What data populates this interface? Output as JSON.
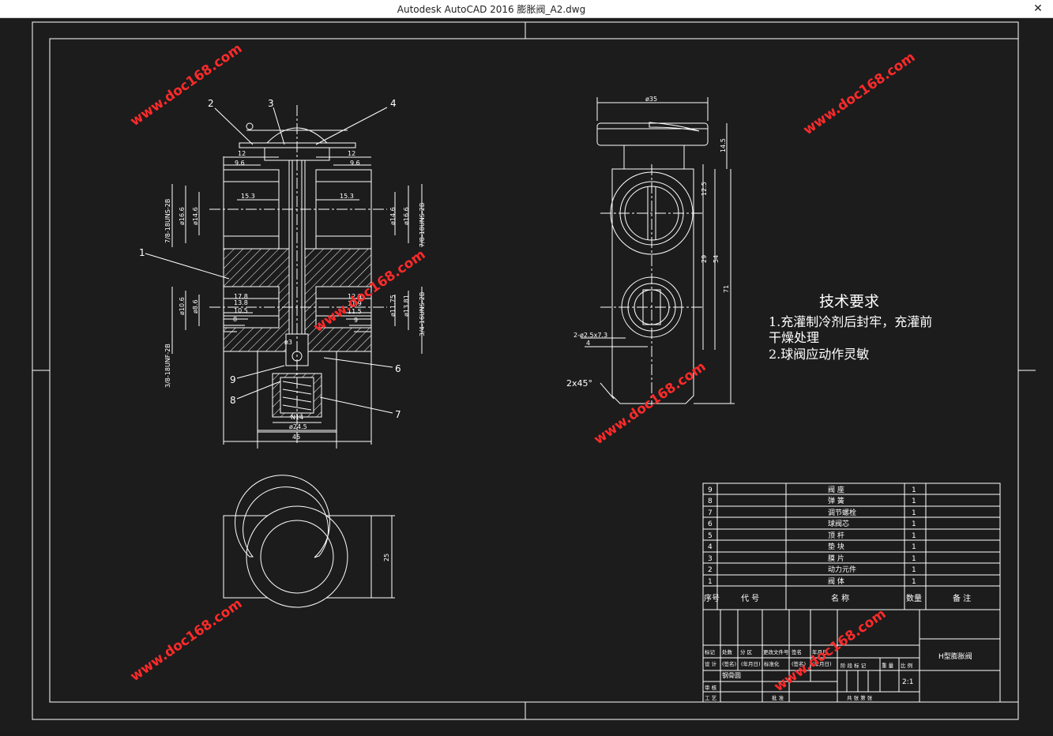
{
  "window": {
    "title": "Autodesk AutoCAD 2016    膨胀阀_A2.dwg"
  },
  "colors": {
    "background": "#1c1c1c",
    "lines": "#ffffff",
    "watermark": "#ff2a2a"
  },
  "icons": {
    "close": "close-icon"
  },
  "watermark": "www.doc168.com",
  "tech": {
    "heading": "技术要求",
    "line1": "1.充灌制冷剂后封牢，充灌前",
    "line2": "干燥处理",
    "line3": "2.球阀应动作灵敏"
  },
  "callouts": {
    "c1": "1",
    "c2": "2",
    "c3": "3",
    "c4": "4",
    "c6": "6",
    "c7": "7",
    "c8": "8",
    "c9": "9"
  },
  "dims": {
    "d12a": "12",
    "d96a": "9.6",
    "d153a": "15.3",
    "d166a": "ø16.6",
    "d146a": "ø14.6",
    "thr1": "7/8-18UNS-2B",
    "d12b": "12",
    "d96b": "9.6",
    "d153b": "15.3",
    "d146b": "ø14.6",
    "d166b": "ø16.6",
    "thr2": "7/8-18UNS-2B",
    "d176": "17.8",
    "d138": "13.8",
    "d105": "10.5",
    "d8": "8",
    "d106": "ø10.6",
    "d86": "ø8.6",
    "d129": "12.9",
    "d119": "11.9",
    "d115": "11.5",
    "d9": "9",
    "d1175": "ø11.75",
    "d1381": "ø13.81",
    "thr3": "3/4-16UNS-2B",
    "thr4": "3/8-18UNF-2B",
    "dphi3": "ø3",
    "n14": "N14",
    "d245": "ø24.5",
    "d45": "45",
    "d25": "25",
    "dtop": "ø35",
    "d145": "14.5",
    "d125": "12.5",
    "d29": "29",
    "d54": "54",
    "d71": "71",
    "hole": "2-ø2.5x7.3",
    "d4": "4",
    "chamfer": "2x45°"
  },
  "bom": {
    "rows": [
      {
        "no": "9",
        "name": "阀 座",
        "qty": "1"
      },
      {
        "no": "8",
        "name": "弹 簧",
        "qty": "1"
      },
      {
        "no": "7",
        "name": "调节螺栓",
        "qty": "1"
      },
      {
        "no": "6",
        "name": "球阀芯",
        "qty": "1"
      },
      {
        "no": "5",
        "name": "顶 杆",
        "qty": "1"
      },
      {
        "no": "4",
        "name": "垫 块",
        "qty": "1"
      },
      {
        "no": "3",
        "name": "膜 片",
        "qty": "1"
      },
      {
        "no": "2",
        "name": "动力元件",
        "qty": "1"
      },
      {
        "no": "1",
        "name": "阀 体",
        "qty": "1"
      }
    ],
    "header": {
      "no": "序号",
      "code": "代 号",
      "name": "名 称",
      "qty": "数量",
      "note": "备 注"
    }
  },
  "titleblock": {
    "r1": [
      "标记",
      "处数",
      "分 区",
      "更改文件号",
      "签名",
      "年月日"
    ],
    "r2": [
      "设 计",
      "(签名)",
      "(年月日)",
      "标准化",
      "(签名)",
      "(年月日)"
    ],
    "r3": "钢骨圆",
    "r4": "审 核",
    "r5a": "工 艺",
    "r5b": "批 准",
    "stage": "阶 段 标 记",
    "weight": "重 量",
    "scale": "比 例",
    "scale_val": "2:1",
    "sheets": "共   张   第   张",
    "drawing_name": "H型膨胀阀"
  }
}
